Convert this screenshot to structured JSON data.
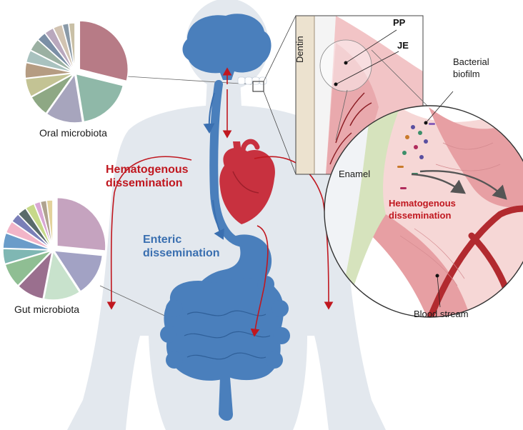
{
  "labels": {
    "oral_microbiota": "Oral microbiota",
    "gut_microbiota": "Gut microbiota",
    "hematogenous_line1": "Hematogenous",
    "hematogenous_line2": "dissemination",
    "enteric_line1": "Enteric",
    "enteric_line2": "dissemination",
    "dentin": "Dentin",
    "pp": "PP",
    "je": "JE",
    "bacterial_line1": "Bacterial",
    "bacterial_line2": "biofilm",
    "enamel": "Enamel",
    "zoom_hema_line1": "Hematogenous",
    "zoom_hema_line2": "dissemination",
    "blood_stream": "Blood stream"
  },
  "colors": {
    "body": "#e3e8ee",
    "organ_blue": "#4a7fbc",
    "heart_red": "#c8313f",
    "arrow_red": "#c0171f",
    "gum_pink": "#f2c4c6",
    "biofilm_green": "#d6e3bd",
    "dentin_beige": "#ece2cf"
  },
  "oral_pie": [
    {
      "value": 28,
      "color": "#b77b86"
    },
    {
      "value": 18,
      "color": "#8fb8a8"
    },
    {
      "value": 12,
      "color": "#a7a5bd"
    },
    {
      "value": 7,
      "color": "#8ea884"
    },
    {
      "value": 6,
      "color": "#c3c394"
    },
    {
      "value": 5,
      "color": "#b59c82"
    },
    {
      "value": 4,
      "color": "#a9c2bf"
    },
    {
      "value": 4,
      "color": "#9bb0a2"
    },
    {
      "value": 3,
      "color": "#7b8fa6"
    },
    {
      "value": 3,
      "color": "#b9a8bd"
    },
    {
      "value": 3,
      "color": "#d1c3b1"
    },
    {
      "value": 2,
      "color": "#8a9aa8"
    },
    {
      "value": 2,
      "color": "#c9c0a6"
    }
  ],
  "gut_pie": [
    {
      "value": 26,
      "color": "#c5a3bf"
    },
    {
      "value": 14,
      "color": "#a2a2c4"
    },
    {
      "value": 12,
      "color": "#c8e2cc"
    },
    {
      "value": 9,
      "color": "#9a6f8e"
    },
    {
      "value": 8,
      "color": "#8fbe93"
    },
    {
      "value": 5,
      "color": "#7fb7b3"
    },
    {
      "value": 5,
      "color": "#6a9cc9"
    },
    {
      "value": 4,
      "color": "#f2b5c8"
    },
    {
      "value": 3,
      "color": "#7a7fb8"
    },
    {
      "value": 3,
      "color": "#5a6b6b"
    },
    {
      "value": 3,
      "color": "#c7d98a"
    },
    {
      "value": 2,
      "color": "#d9a7d4"
    },
    {
      "value": 2,
      "color": "#b0a38f"
    },
    {
      "value": 2,
      "color": "#e3d29b"
    }
  ]
}
